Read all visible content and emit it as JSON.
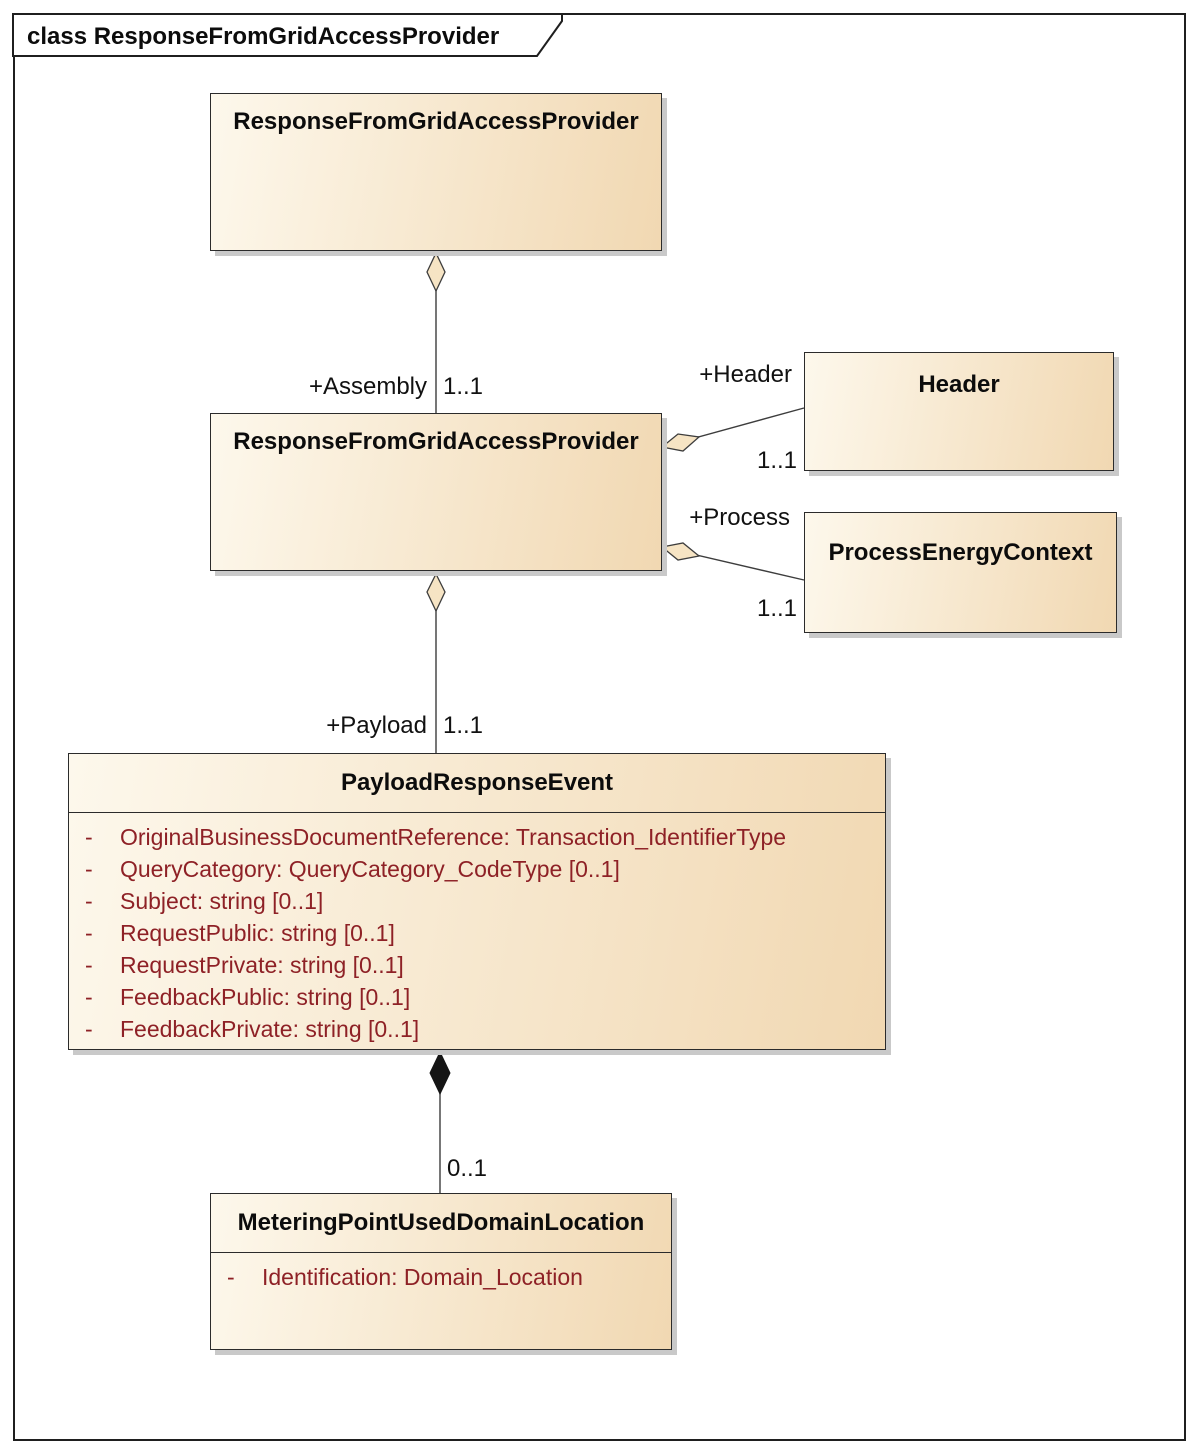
{
  "diagram": {
    "frame_title": "class ResponseFromGridAccessProvider"
  },
  "classes": {
    "assembly_top": {
      "name": "ResponseFromGridAccessProvider"
    },
    "assembly_detail": {
      "name": "ResponseFromGridAccessProvider"
    },
    "header": {
      "name": "Header"
    },
    "process_energy_context": {
      "name": "ProcessEnergyContext"
    },
    "payload_response_event": {
      "name": "PayloadResponseEvent",
      "attributes": [
        "OriginalBusinessDocumentReference: Transaction_IdentifierType",
        "QueryCategory: QueryCategory_CodeType [0..1]",
        "Subject: string [0..1]",
        "RequestPublic: string [0..1]",
        "RequestPrivate: string [0..1]",
        "FeedbackPublic: string [0..1]",
        "FeedbackPrivate: string [0..1]"
      ]
    },
    "metering_point_used_domain_location": {
      "name": "MeteringPointUsedDomainLocation",
      "attributes": [
        "Identification: Domain_Location"
      ]
    }
  },
  "relationships": {
    "assembly": {
      "role": "+Assembly",
      "multiplicity": "1..1"
    },
    "header": {
      "role": "+Header",
      "multiplicity": "1..1"
    },
    "process": {
      "role": "+Process",
      "multiplicity": "1..1"
    },
    "payload": {
      "role": "+Payload",
      "multiplicity": "1..1"
    },
    "metering_point": {
      "multiplicity": "0..1"
    }
  },
  "ui": {
    "visibility_marker": "-"
  },
  "colors": {
    "box_grad_start": "#fdf8ec",
    "box_grad_end": "#f1d8b2",
    "box_border": "#2b2b2b",
    "attr_text": "#8e2126",
    "line": "#3d3d3d",
    "diamond_fill": "#f6e4c4",
    "shadow": "#c9c9c9"
  }
}
